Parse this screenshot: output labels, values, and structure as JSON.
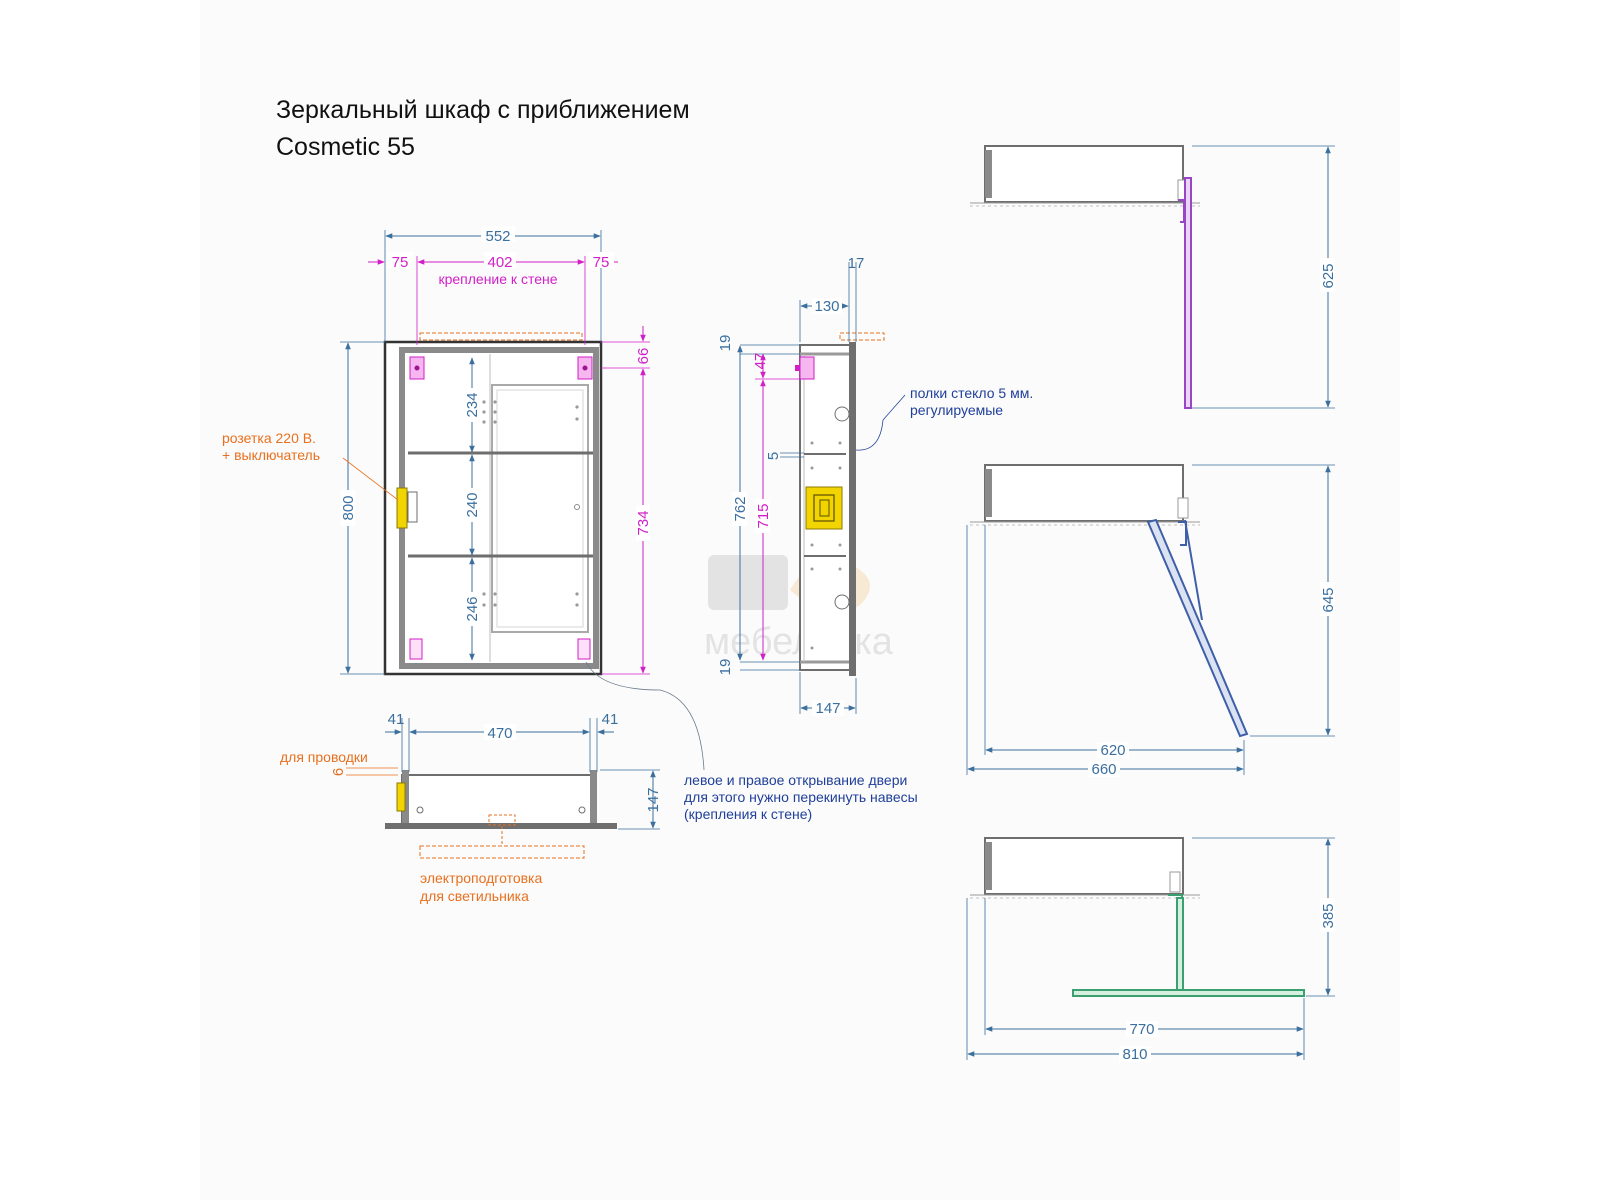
{
  "title": {
    "line1": "Зеркальный шкаф с приближением",
    "line2": "Cosmetic 55"
  },
  "front_view": {
    "width_total": "552",
    "margin_left": "75",
    "mount_spacing": "402",
    "margin_right": "75",
    "mount_label": "крепление к стене",
    "height_total": "800",
    "mount_offset_top": "66",
    "inner_height": "734",
    "shelf_gap_1": "234",
    "shelf_gap_2": "240",
    "shelf_gap_3": "246",
    "socket_label_line1": "розетка 220 В.",
    "socket_label_line2": "+ выключатель"
  },
  "side_view": {
    "mount_depth": "17",
    "mount_offset": "130",
    "top_panel": "19",
    "mount_height": "47",
    "shelf_thickness": "5",
    "height_a": "762",
    "height_b": "715",
    "bottom_panel": "19",
    "depth": "147",
    "shelves_label_line1": "полки стекло 5 мм.",
    "shelves_label_line2": "регулируемые"
  },
  "top_view": {
    "side_left": "41",
    "inner_width": "470",
    "side_right": "41",
    "wiring_label": "для проводки",
    "wiring_hole": "6",
    "depth": "147",
    "lamp_label_line1": "электроподготовка",
    "lamp_label_line2": "для светильника",
    "door_label_line1": "левое и правое открывание двери",
    "door_label_line2": "для этого нужно перекинуть навесы",
    "door_label_line3": "(крепления к стене)"
  },
  "positions": {
    "closed_height": "625",
    "tilted_height": "645",
    "tilted_reach": "620",
    "tilted_overall": "660",
    "horizontal_height": "385",
    "horizontal_reach": "770",
    "horizontal_overall": "810"
  },
  "watermark": "мебеласка",
  "colors": {
    "dimension_blue": "#3a6f9e",
    "mount_magenta": "#d21fc8",
    "note_orange": "#e8701e",
    "note_navy": "#1f3f9a",
    "cabinet_gray": "#6e6e6e",
    "socket_yellow": "#f2d400",
    "mirror_purple": "#9a44c8",
    "mirror_blue": "#3f5fa8",
    "mirror_green": "#3aa070"
  }
}
